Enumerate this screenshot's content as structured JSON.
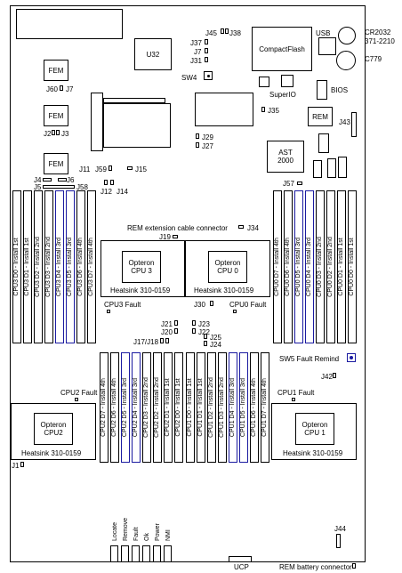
{
  "cpu3_dimms": [
    "CPU3 D0 - Install 1st",
    "CPU3 D1 - Install 1st",
    "CPU3 D2 - Install 2nd",
    "CPU3 D3 - Install 2nd",
    "CPU3 D4 - Install 3rd",
    "CPU3 D5 - Install 3rd",
    "CPU3 D6 - Install 4th",
    "CPU3 D7 - Install 4th"
  ],
  "cpu0_dimms": [
    "CPU0 D7 - Install 4th",
    "CPU0 D6 - Install 4th",
    "CPU0 D5 - Install 3rd",
    "CPU0 D4 - Install 3rd",
    "CPU0 D3 - Install 2nd",
    "CPU0 D2 - Install 2nd",
    "CPU0 D1 - Install 1st",
    "CPU0 D0 - Install 1st"
  ],
  "cpu2_dimms": [
    "CPU2 D7 - Install 4th",
    "CPU2 D6 - Install 4th",
    "CPU2 D5 - Install 3rd",
    "CPU2 D4 - Install 3rd",
    "CPU2 D3 - Install 2nd",
    "CPU2 D2 - Install 2nd",
    "CPU2 D1 - Install 1st",
    "CPU2 D0 - Install 1st"
  ],
  "cpu1_dimms": [
    "CPU1 D0 - Install 1st",
    "CPU1 D1 - Install 1st",
    "CPU1 D2 - Install 2nd",
    "CPU1 D3 - Install 2nd",
    "CPU1 D4 - Install 3rd",
    "CPU1 D5 - Install 3rd",
    "CPU1 D6 - Install 4th",
    "CPU1 D7 - Install 4th"
  ],
  "cpus": {
    "cpu3": {
      "name": "Opteron CPU 3",
      "heatsink": "Heatsink 310-0159",
      "fault": "CPU3 Fault"
    },
    "cpu0": {
      "name": "Opteron CPU 0",
      "heatsink": "Heatsink 310-0159",
      "fault": "CPU0 Fault"
    },
    "cpu2": {
      "name": "Opteron CPU2",
      "heatsink": "Heatsink 310-0159",
      "fault": "CPU2 Fault"
    },
    "cpu1": {
      "name": "Opteron CPU 1",
      "heatsink": "Heatsink 310-0159",
      "fault": "CPU1 Fault"
    }
  },
  "components": {
    "u32": "U32",
    "compactflash": "CompactFlash",
    "usb": "USB",
    "battery": "CR2032\n371-2210",
    "c779": "C779",
    "superio": "SuperIO",
    "bios": "BIOS",
    "rem": "REM",
    "ast": "AST\n2000",
    "fem": "FEM",
    "sw4": "SW4",
    "sw5": "SW5 Fault Remind",
    "rem_cable": "REM extension cable connector",
    "ucp": "UCP",
    "rem_battery": "REM battery connector"
  },
  "jumpers": {
    "j45": "J45",
    "j38": "J38",
    "j37": "J37",
    "j7": "J7",
    "j31": "J31",
    "j60": "J60",
    "j2": "J2",
    "j3": "J3",
    "j35": "J35",
    "j29": "J29",
    "j27": "J27",
    "j43": "J43",
    "j4": "J4",
    "j6": "J6",
    "j5": "J5",
    "j58": "J58",
    "j11": "J11",
    "j59": "J59",
    "j15": "J15",
    "j12": "J12",
    "j14": "J14",
    "j57": "J57",
    "j34": "J34",
    "j19": "J19",
    "j30": "J30",
    "j21": "J21",
    "j20": "J20",
    "j23": "J23",
    "j22": "J22",
    "j25": "J25",
    "j24": "J24",
    "j17j18": "J17/J18",
    "j42": "J42",
    "j1": "J1",
    "j44": "J44"
  },
  "leds": [
    "Locate",
    "Remove",
    "Fault",
    "Ok",
    "Power",
    "NMI"
  ]
}
